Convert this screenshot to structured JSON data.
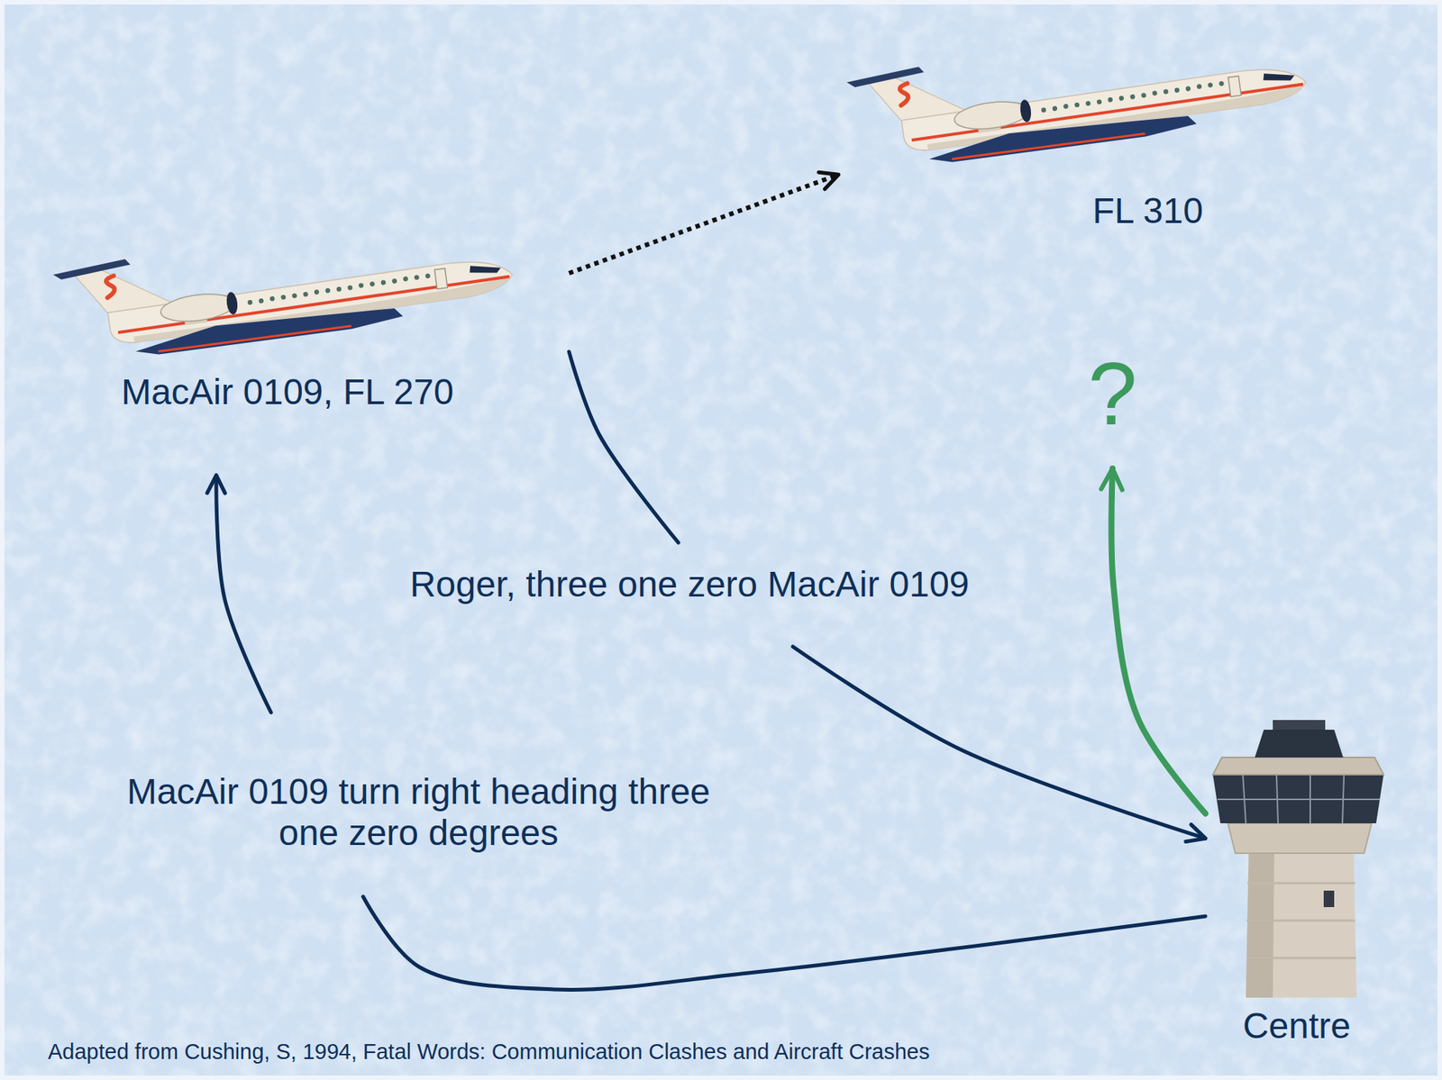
{
  "diagram": {
    "caption": "Adapted from Cushing, S, 1994, Fatal Words: Communication Clashes and Aircraft Crashes",
    "nodes": [
      {
        "text": [
          "FL 310"
        ]
      },
      {
        "text": [
          "MacAir 0109, FL 270"
        ]
      },
      {
        "text": [
          "?"
        ]
      },
      {
        "text": [
          "Centre"
        ]
      }
    ],
    "edges": [
      {
        "from": 3,
        "to": 1,
        "label": "MacAir 0109 turn right heading three one zero degrees",
        "arrow": "to"
      },
      {
        "from": 1,
        "to": 3,
        "label": "Roger, three one zero MacAir 0109",
        "arrow": "to"
      },
      {
        "from": 1,
        "to": 0,
        "arrow": "to"
      },
      {
        "from": 3,
        "to": 2,
        "arrow": "to"
      }
    ]
  }
}
